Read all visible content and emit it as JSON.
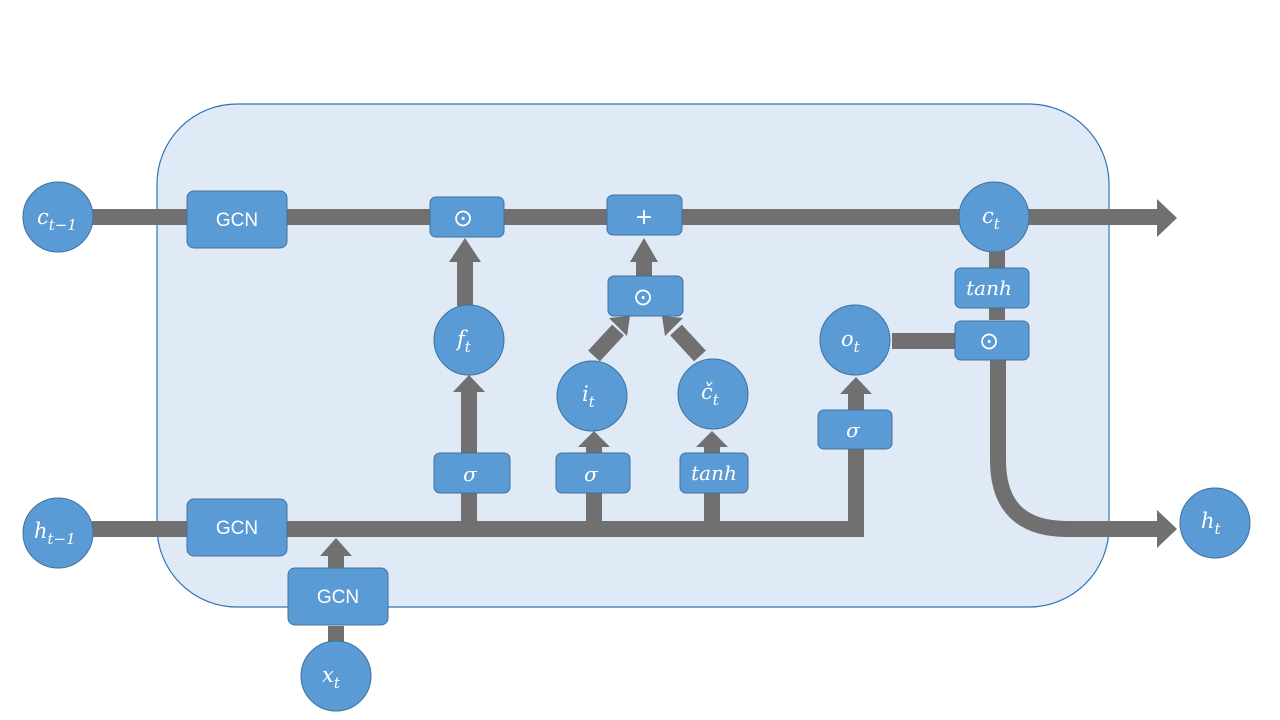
{
  "colors": {
    "cell_fill": "#dfeaf6",
    "cell_stroke": "#2e75b6",
    "node_fill": "#5b9bd5",
    "node_stroke": "#41719c",
    "flow": "#707070"
  },
  "labels": {
    "c_prev": {
      "base": "c",
      "sub": "t−1"
    },
    "h_prev": {
      "base": "h",
      "sub": "t−1"
    },
    "x_t": {
      "base": "x",
      "sub": "t"
    },
    "f_t": {
      "base": "f",
      "sub": "t"
    },
    "i_t": {
      "base": "i",
      "sub": "t"
    },
    "cand_t": {
      "base": "č",
      "sub": "t"
    },
    "o_t": {
      "base": "o",
      "sub": "t"
    },
    "c_t": {
      "base": "c",
      "sub": "t"
    },
    "h_t": {
      "base": "h",
      "sub": "t"
    },
    "gcn": "GCN",
    "hadamard": "⊙",
    "plus": "+",
    "sigma": "σ",
    "tanh": "tanh"
  }
}
